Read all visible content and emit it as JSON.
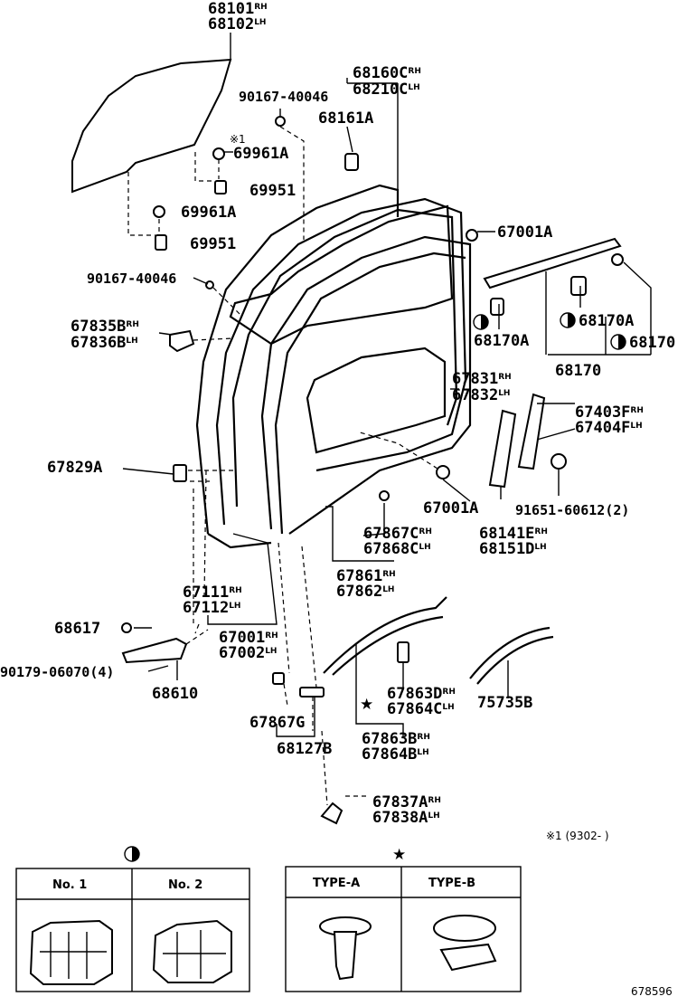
{
  "labels": [
    {
      "id": "68101",
      "num": "68101",
      "suffix": "RH"
    },
    {
      "id": "68102",
      "num": "68102",
      "suffix": "LH"
    },
    {
      "id": "68160C",
      "num": "68160C",
      "suffix": "RH"
    },
    {
      "id": "68210C",
      "num": "68210C",
      "suffix": "LH"
    },
    {
      "id": "90167-top",
      "num": "90167-40046",
      "suffix": ""
    },
    {
      "id": "68161A",
      "num": "68161A",
      "suffix": ""
    },
    {
      "id": "69961A-1",
      "num": "69961A",
      "suffix": ""
    },
    {
      "id": "69951-1",
      "num": "69951",
      "suffix": ""
    },
    {
      "id": "69961A-2",
      "num": "69961A",
      "suffix": ""
    },
    {
      "id": "69951-2",
      "num": "69951",
      "suffix": ""
    },
    {
      "id": "67001A-1",
      "num": "67001A",
      "suffix": ""
    },
    {
      "id": "90167-mid",
      "num": "90167-40046",
      "suffix": ""
    },
    {
      "id": "67835B",
      "num": "67835B",
      "suffix": "RH"
    },
    {
      "id": "67836B",
      "num": "67836B",
      "suffix": "LH"
    },
    {
      "id": "68170A-1",
      "num": "68170A",
      "suffix": ""
    },
    {
      "id": "68170A-2",
      "num": "68170A",
      "suffix": ""
    },
    {
      "id": "68170-r",
      "num": "68170",
      "suffix": ""
    },
    {
      "id": "68170",
      "num": "68170",
      "suffix": ""
    },
    {
      "id": "67831",
      "num": "67831",
      "suffix": "RH"
    },
    {
      "id": "67832",
      "num": "67832",
      "suffix": "LH"
    },
    {
      "id": "67403F",
      "num": "67403F",
      "suffix": "RH"
    },
    {
      "id": "67404F",
      "num": "67404F",
      "suffix": "LH"
    },
    {
      "id": "67829A",
      "num": "67829A",
      "suffix": ""
    },
    {
      "id": "67001A-2",
      "num": "67001A",
      "suffix": ""
    },
    {
      "id": "91651",
      "num": "91651-60612(2)",
      "suffix": ""
    },
    {
      "id": "67867C",
      "num": "67867C",
      "suffix": "RH"
    },
    {
      "id": "67868C",
      "num": "67868C",
      "suffix": "LH"
    },
    {
      "id": "68141E",
      "num": "68141E",
      "suffix": "RH"
    },
    {
      "id": "68151D",
      "num": "68151D",
      "suffix": "LH"
    },
    {
      "id": "67861",
      "num": "67861",
      "suffix": "RH"
    },
    {
      "id": "67862",
      "num": "67862",
      "suffix": "LH"
    },
    {
      "id": "67111",
      "num": "67111",
      "suffix": "RH"
    },
    {
      "id": "67112",
      "num": "67112",
      "suffix": "LH"
    },
    {
      "id": "68617",
      "num": "68617",
      "suffix": ""
    },
    {
      "id": "67001",
      "num": "67001",
      "suffix": "RH"
    },
    {
      "id": "67002",
      "num": "67002",
      "suffix": "LH"
    },
    {
      "id": "90179",
      "num": "90179-06070(4)",
      "suffix": ""
    },
    {
      "id": "68610",
      "num": "68610",
      "suffix": ""
    },
    {
      "id": "67863D",
      "num": "67863D",
      "suffix": "RH"
    },
    {
      "id": "67864C",
      "num": "67864C",
      "suffix": "LH"
    },
    {
      "id": "75735B",
      "num": "75735B",
      "suffix": ""
    },
    {
      "id": "67867G",
      "num": "67867G",
      "suffix": ""
    },
    {
      "id": "68127B",
      "num": "68127B",
      "suffix": ""
    },
    {
      "id": "67863B",
      "num": "67863B",
      "suffix": "RH"
    },
    {
      "id": "67864B",
      "num": "67864B",
      "suffix": "LH"
    },
    {
      "id": "67837A",
      "num": "67837A",
      "suffix": "RH"
    },
    {
      "id": "67838A",
      "num": "67838A",
      "suffix": "LH"
    }
  ],
  "notes": {
    "ref1": "※1",
    "date_note": "※1 (9302-      )",
    "diagram_id": "678596"
  },
  "tables": {
    "half_circle": {
      "col1": "No. 1",
      "col2": "No. 2"
    },
    "star": {
      "col1": "TYPE-A",
      "col2": "TYPE-B"
    }
  }
}
